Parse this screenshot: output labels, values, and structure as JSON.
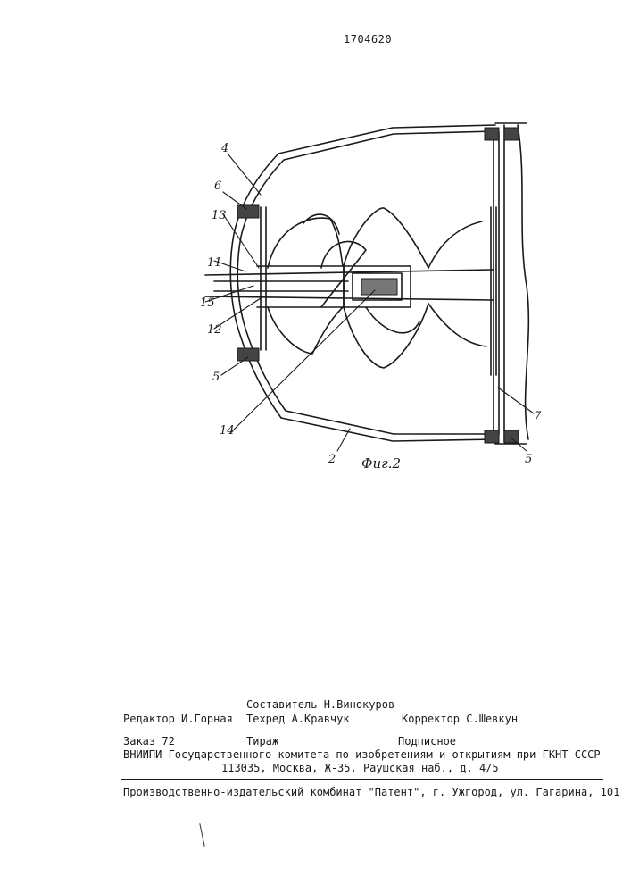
{
  "header": {
    "patent_number": "1704620"
  },
  "figure": {
    "caption": "Фиг.2",
    "callouts": [
      "4",
      "6",
      "13",
      "11",
      "15",
      "12",
      "5",
      "14",
      "2",
      "7",
      "5"
    ]
  },
  "imprint": {
    "compiler": "Составитель Н.Винокуров",
    "editor": "Редактор И.Горная",
    "techred": "Техред А.Кравчук",
    "corrector": "Корректор С.Шевкун",
    "order": "Заказ 72",
    "circulation": "Тираж",
    "subscription": "Подписное",
    "institute": "ВНИИПИ Государственного комитета по изобретениям и открытиям при ГКНТ СССР",
    "address": "113035, Москва, Ж-35, Раушская наб., д. 4/5",
    "publisher": "Производственно-издательский комбинат \"Патент\", г. Ужгород, ул. Гагарина, 101"
  }
}
